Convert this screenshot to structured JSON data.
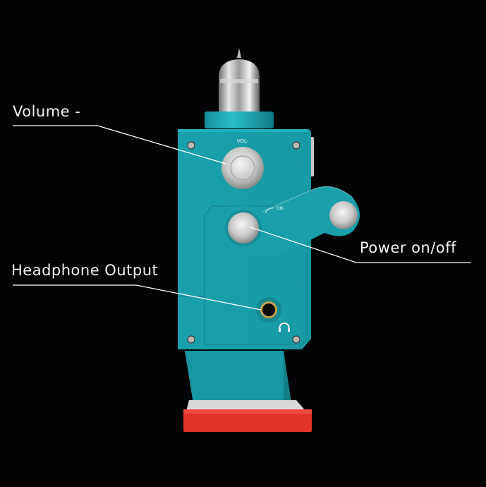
{
  "callouts": {
    "volume_minus": "Volume -",
    "power": "Power on/off",
    "headphone": "Headphone Output"
  },
  "device": {
    "engraving_vol": "VOL-",
    "engraving_on": "ON",
    "body_color": "#1ba3ae",
    "base_color": "#e2332c"
  }
}
